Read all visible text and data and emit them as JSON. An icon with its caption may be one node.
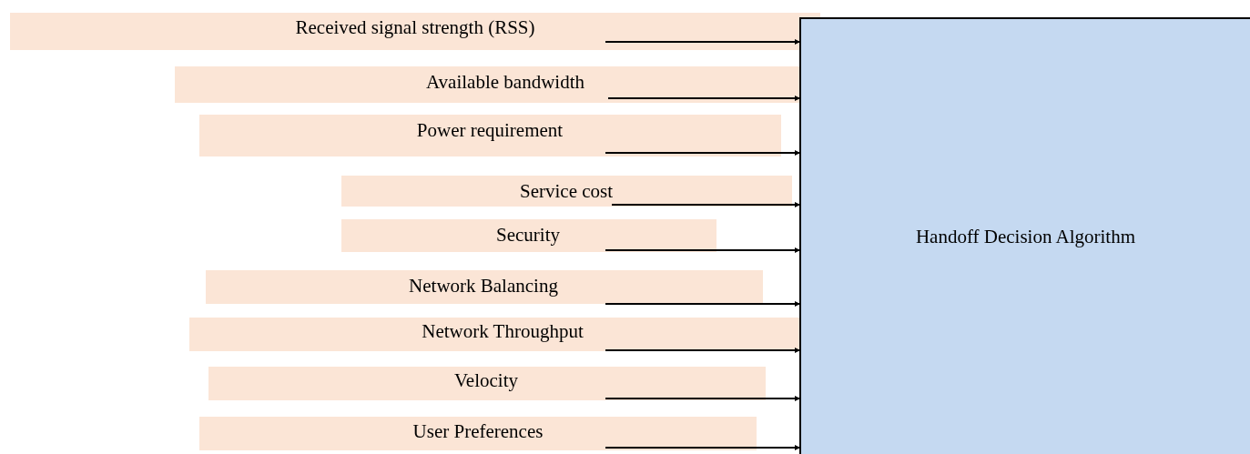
{
  "diagram": {
    "nodes": [
      {
        "text": [
          "Received signal strength (RSS)"
        ]
      },
      {
        "text": [
          "Available bandwidth"
        ]
      },
      {
        "text": [
          "Power requirement"
        ]
      },
      {
        "text": [
          "Service cost"
        ]
      },
      {
        "text": [
          "Security"
        ]
      },
      {
        "text": [
          "Network Balancing"
        ]
      },
      {
        "text": [
          "Network Throughput"
        ]
      },
      {
        "text": [
          "Velocity"
        ]
      },
      {
        "text": [
          "User Preferences"
        ]
      },
      {
        "text": [
          "Handoff Decision Algorithm"
        ]
      }
    ],
    "edges": [
      {
        "from": 0,
        "to": 9,
        "arrow": "to"
      },
      {
        "from": 1,
        "to": 9,
        "arrow": "to"
      },
      {
        "from": 2,
        "to": 9,
        "arrow": "to"
      },
      {
        "from": 3,
        "to": 9,
        "arrow": "to"
      },
      {
        "from": 4,
        "to": 9,
        "arrow": "to"
      },
      {
        "from": 5,
        "to": 9,
        "arrow": "to"
      },
      {
        "from": 6,
        "to": 9,
        "arrow": "to"
      },
      {
        "from": 7,
        "to": 9,
        "arrow": "to"
      },
      {
        "from": 8,
        "to": 9,
        "arrow": "to"
      }
    ]
  }
}
